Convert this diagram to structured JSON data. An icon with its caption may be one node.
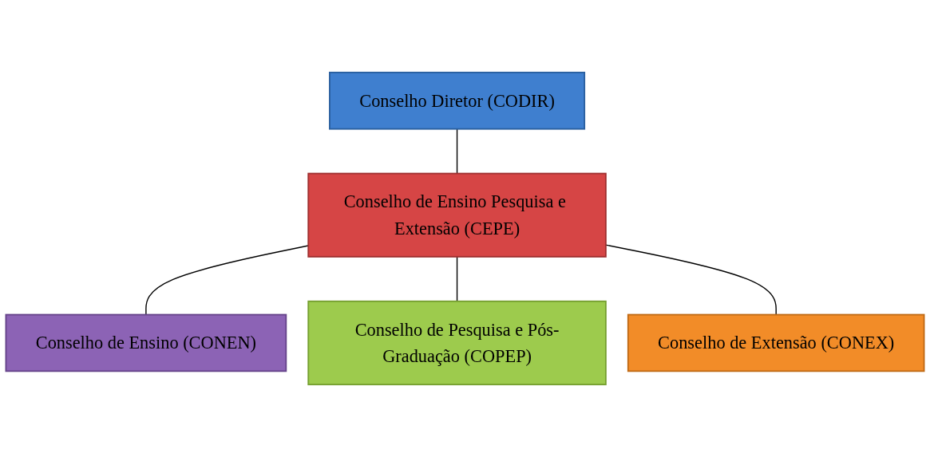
{
  "diagram": {
    "nodes": [
      {
        "text": [
          "Conselho Diretor (CODIR)"
        ]
      },
      {
        "text": [
          "Conselho de Ensino Pesquisa e Extensão (CEPE)"
        ]
      },
      {
        "text": [
          "Conselho de Ensino (CONEN)"
        ]
      },
      {
        "text": [
          "Conselho de Pesquisa e Pós-Graduação (COPEP)"
        ]
      },
      {
        "text": [
          "Conselho de Extensão (CONEX)"
        ]
      }
    ],
    "edges": [
      {
        "from": 0,
        "to": 1,
        "arrow": "none"
      },
      {
        "from": 1,
        "to": 2,
        "arrow": "none"
      },
      {
        "from": 1,
        "to": 3,
        "arrow": "none"
      },
      {
        "from": 1,
        "to": 4,
        "arrow": "none"
      }
    ]
  }
}
